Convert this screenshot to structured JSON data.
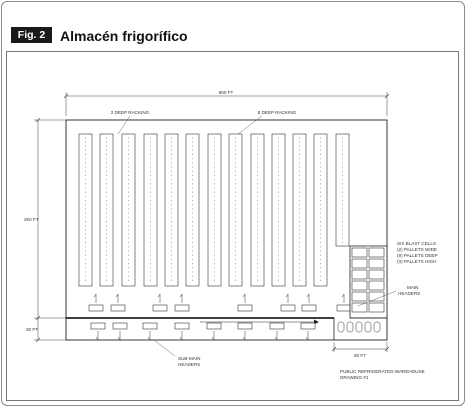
{
  "figure": {
    "badge": "Fig. 2",
    "title": "Almacén frigorífico"
  },
  "drawing": {
    "dimensions": {
      "width_label": "800 FT",
      "height_label": "250 FT",
      "dock_label": "30 FT",
      "blast_width_label": "60 FT"
    },
    "racking_labels": [
      "2 DEEP RACKING",
      "8 DEEP RACKING"
    ],
    "rack_count": 13,
    "blast_cells": {
      "lines": [
        "SIX BLAST CELLS",
        "(2) PALLETS WIDE",
        "(9) PALLETS DEEP",
        "(3) PALLETS HIGH"
      ],
      "rows": 6,
      "columns": 2
    },
    "main_headers_lines": [
      "MAIN",
      "HEADERS"
    ],
    "sub_main_headers_lines": [
      "SUB-MAIN",
      "HEADERS"
    ],
    "caption_lines": [
      "PUBLIC REFRIGERATED WAREHOUSE",
      "DRAWING #1"
    ]
  }
}
